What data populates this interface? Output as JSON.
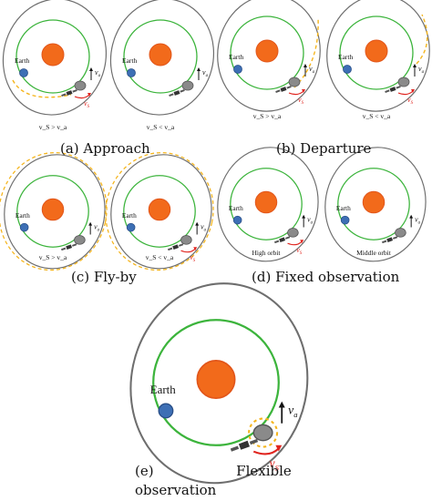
{
  "labels": {
    "earth": "Earth",
    "vs": "v",
    "vs_sub": "S",
    "va": "v",
    "va_sub": "a"
  },
  "panels": [
    {
      "id": "a1",
      "note": "v_S > v_a"
    },
    {
      "id": "a2",
      "note": "v_S < v_a"
    },
    {
      "id": "b1",
      "note": "v_S > v_a"
    },
    {
      "id": "b2",
      "note": "v_S < v_a"
    },
    {
      "id": "c1",
      "note": "v_S > v_a"
    },
    {
      "id": "c2",
      "note": "v_S < v_a"
    },
    {
      "id": "d1",
      "note": "High orbit"
    },
    {
      "id": "d2",
      "note": "Middle orbit"
    },
    {
      "id": "e",
      "note": ""
    }
  ],
  "captions": {
    "a": "(a)  Approach",
    "b": "(b)  Departure",
    "c": "(c)  Fly-by",
    "d": "(d)  Fixed observation",
    "e_line1": "(e)                   Flexible",
    "e_line2": "observation"
  },
  "colors": {
    "sun": "#f26a1b",
    "sun_edge": "#e2561a",
    "orbit_green": "#3cb43c",
    "orbit_gray": "#6e6e6e",
    "dashed_yellow": "#f5b51d",
    "red_arrow": "#e0241e",
    "earth": "#3d6fb5",
    "asteroid": "#8a8a8a"
  }
}
